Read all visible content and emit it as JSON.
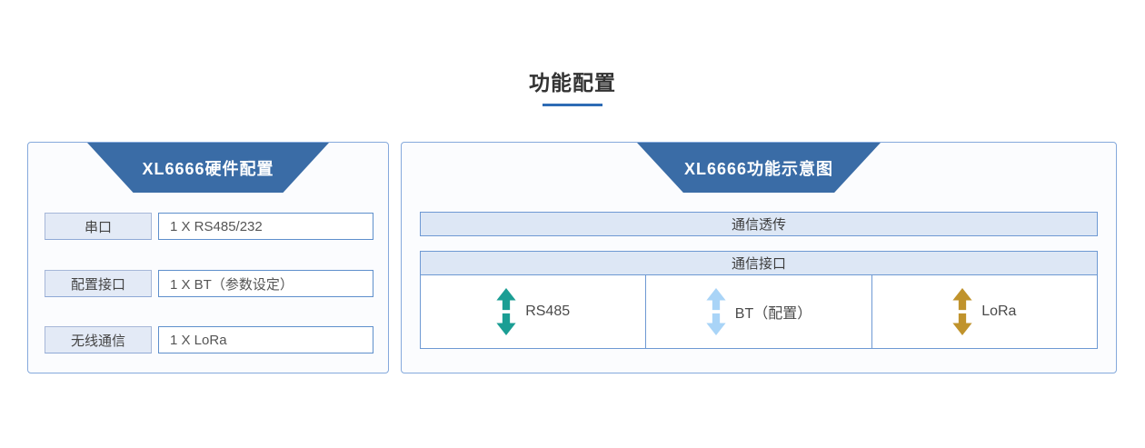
{
  "page": {
    "title": "功能配置"
  },
  "colors": {
    "header_blue": "#3A6CA6",
    "title_underline": "#2E6CB5",
    "panel_border": "#85A9DC",
    "light_blue_fill": "#DDE7F5",
    "arrow_teal": "#1B9E94",
    "arrow_light_blue": "#A9D4F7",
    "arrow_gold": "#C0932C"
  },
  "hardware_panel": {
    "header": "XL6666硬件配置",
    "rows": [
      {
        "label": "串口",
        "value": "1 X RS485/232"
      },
      {
        "label": "配置接口",
        "value": "1 X BT（参数设定）"
      },
      {
        "label": "无线通信",
        "value": "1 X LoRa"
      }
    ]
  },
  "function_panel": {
    "header": "XL6666功能示意图",
    "passthrough_label": "通信透传",
    "interface_label": "通信接口",
    "interfaces": [
      {
        "label": "RS485",
        "arrow_color": "#1B9E94",
        "icon": "double-arrow-vertical-icon"
      },
      {
        "label": "BT（配置）",
        "arrow_color": "#A9D4F7",
        "icon": "double-arrow-vertical-icon"
      },
      {
        "label": "LoRa",
        "arrow_color": "#C0932C",
        "icon": "double-arrow-vertical-icon"
      }
    ]
  }
}
